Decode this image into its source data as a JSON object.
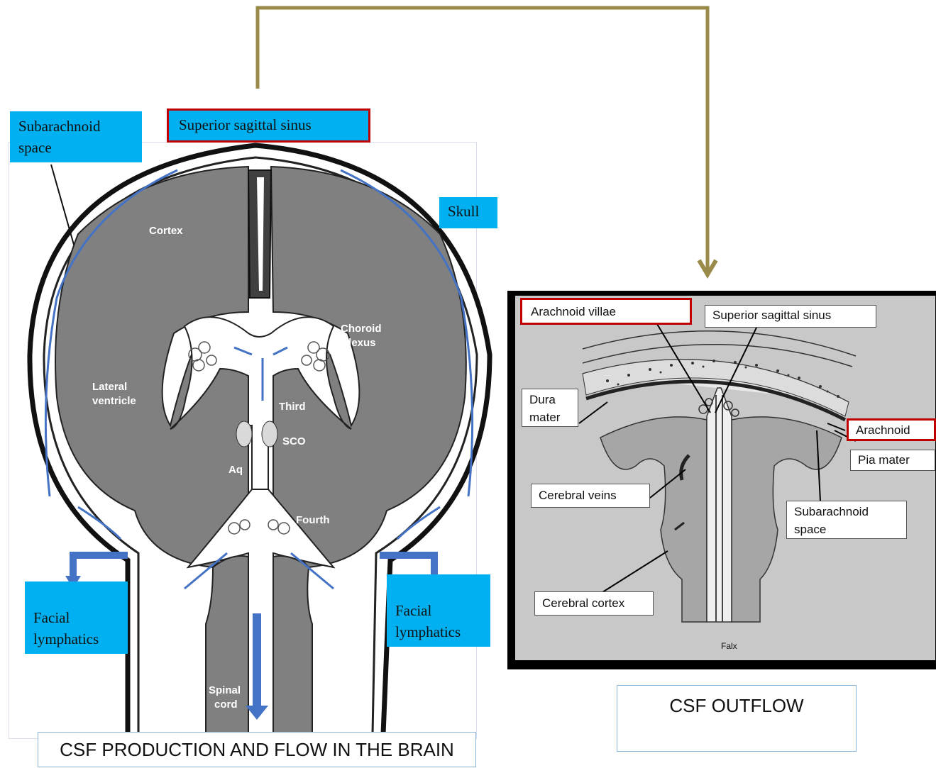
{
  "connector_color": "#9b8b4a",
  "left_panel": {
    "caption": "CSF PRODUCTION AND FLOW IN THE BRAIN",
    "labels": {
      "subarachnoid": "Subarachnoid space",
      "superior_sagittal_sinus": "Superior sagittal sinus",
      "skull": "Skull",
      "facial_lymphatics_left": "Facial lymphatics",
      "facial_lymphatics_right": "Facial lymphatics",
      "cortex": "Cortex",
      "choroid": "Choroid",
      "plexus": "plexus",
      "lateral": "Lateral",
      "ventricle": "ventricle",
      "third": "Third",
      "sco": "SCO",
      "aq": "Aq",
      "fourth": "Fourth",
      "spinal": "Spinal",
      "cord": "cord"
    }
  },
  "right_panel": {
    "caption": "CSF OUTFLOW",
    "labels": {
      "arachnoid_villae": "Arachnoid villae",
      "superior_sagittal_sinus": "Superior sagittal sinus",
      "dura_mater": "Dura mater",
      "arachnoid": "Arachnoid",
      "pia_mater": "Pia mater",
      "cerebral_veins": "Cerebral veins",
      "subarachnoid_space": "Subarachnoid space",
      "cerebral_cortex": "Cerebral cortex",
      "falx": "Falx"
    }
  },
  "colors": {
    "label_blue": "#00b0f0",
    "highlight_red": "#c00000",
    "brain_gray": "#7f7f7f",
    "flow_arrow": "#4472c4"
  }
}
